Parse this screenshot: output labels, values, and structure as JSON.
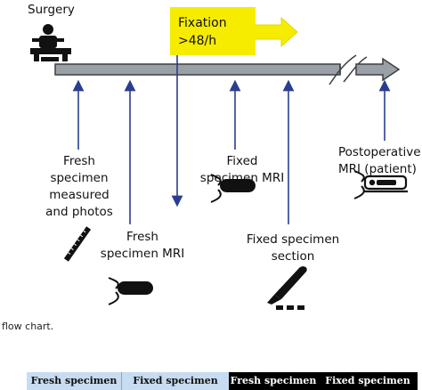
{
  "labels": {
    "surgery": "Surgery",
    "fixation_line1": "Fixation",
    "fixation_line2": ">48/h",
    "fresh_photos": [
      "Fresh",
      "specimen",
      "measured",
      "and photos"
    ],
    "fresh_mri": [
      "Fresh",
      "specimen MRI"
    ],
    "fixed_mri": [
      "Fixed",
      "specimen MRI"
    ],
    "fixed_section": [
      "Fixed specimen",
      "section"
    ],
    "postop_mri": [
      "Postoperative",
      "MRI (patient)"
    ]
  },
  "caption": "flow chart.",
  "legend": [
    "Fresh specimen",
    "Fixed specimen",
    "Fresh specimen",
    "Fixed specimen"
  ],
  "colors": {
    "arrow_blue": "#2b3d8f",
    "timeline_fill": "#9aa0a6",
    "timeline_stroke": "#3c3f44",
    "fixation_yellow": "#f5ec00",
    "legend_light": "#c7dcf0",
    "legend_dark": "#000000"
  },
  "icons": [
    "surgeon-icon",
    "ruler-icon",
    "mri-scanner-icon",
    "scalpel-icon",
    "patient-mri-icon"
  ]
}
